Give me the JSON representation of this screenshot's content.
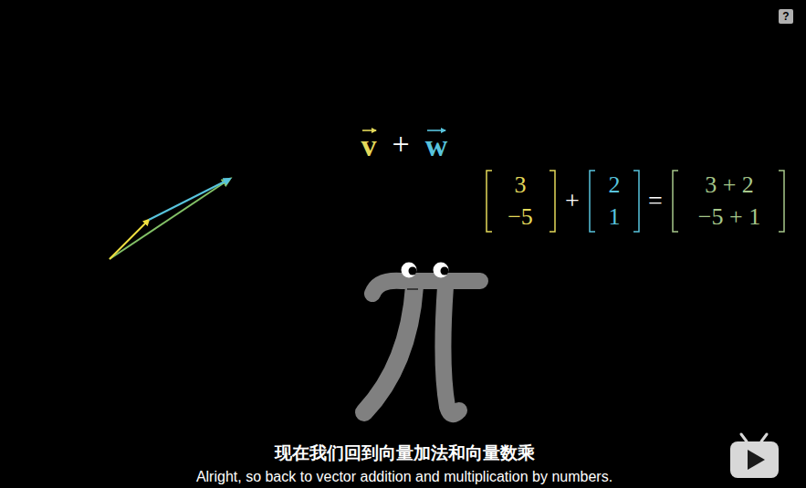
{
  "diagram": {
    "labels": [
      "v",
      "+",
      "w",
      "3",
      "−5",
      "+",
      "2",
      "1",
      "=",
      "3 + 2",
      "−5 + 1",
      "现在我们回到向量加法和向量数乘",
      "Alright, so back to vector addition and multiplication by numbers.",
      "?"
    ]
  }
}
